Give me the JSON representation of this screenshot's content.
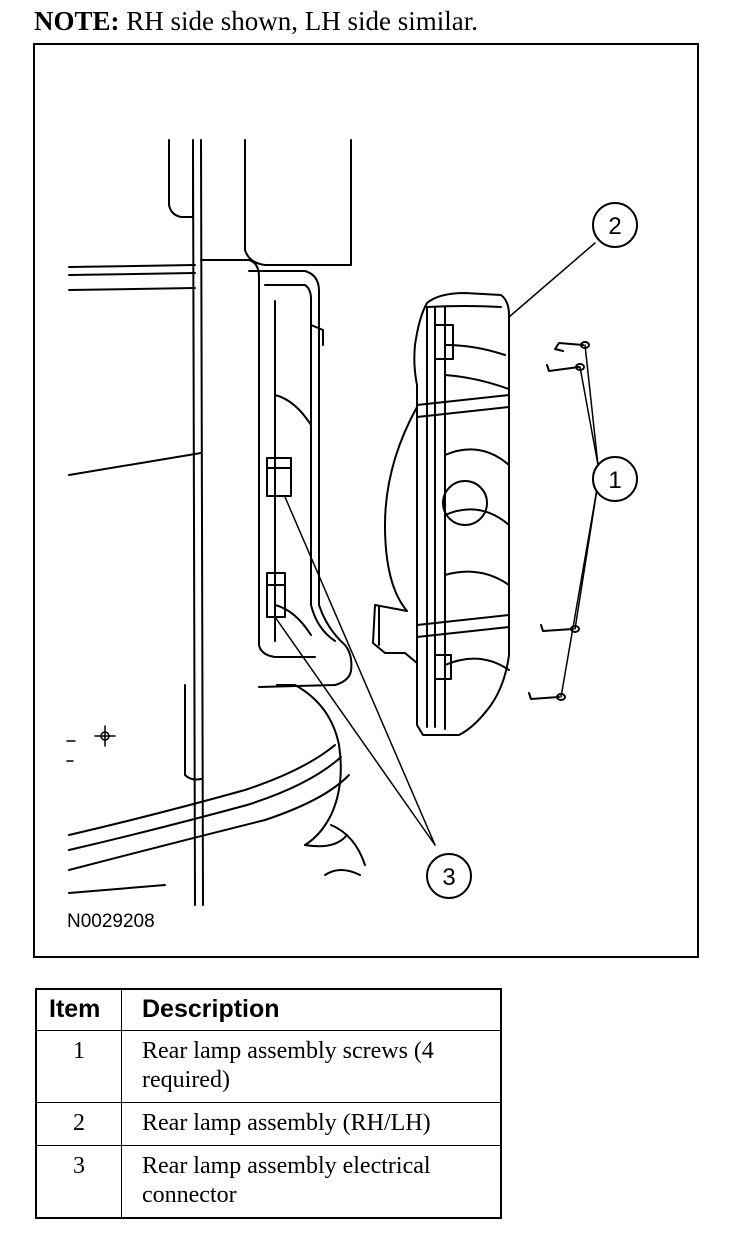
{
  "note": {
    "label": "NOTE:",
    "text": " RH side shown, LH side similar."
  },
  "figure": {
    "id": "N0029208",
    "callouts": [
      "1",
      "2",
      "3"
    ]
  },
  "table": {
    "headers": {
      "item": "Item",
      "description": "Description"
    },
    "rows": [
      {
        "item": "1",
        "description": "Rear lamp assembly screws (4 required)"
      },
      {
        "item": "2",
        "description": "Rear lamp assembly (RH/LH)"
      },
      {
        "item": "3",
        "description": "Rear lamp assembly electrical connector"
      }
    ]
  }
}
